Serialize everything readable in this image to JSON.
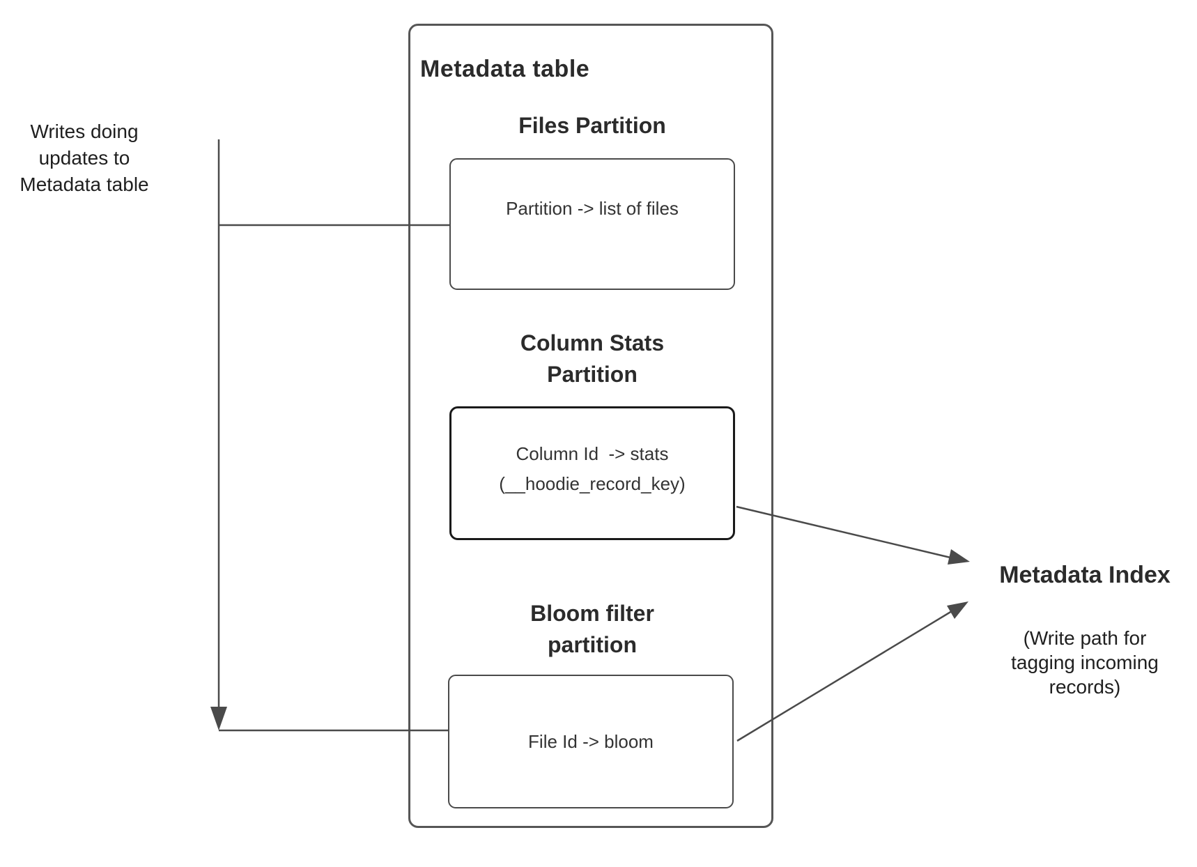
{
  "colors": {
    "background": "#ffffff",
    "line": "#4a4a4a",
    "text": "#2b2b2b",
    "emphasis_border": "#1a1a1a"
  },
  "left_note": {
    "lines": [
      "Writes doing",
      "updates to",
      "Metadata table"
    ]
  },
  "metadata_table": {
    "title": "Metadata table",
    "partitions": [
      {
        "heading_lines": [
          "Files Partition"
        ],
        "box_lines": [
          "Partition -> list of files"
        ]
      },
      {
        "heading_lines": [
          "Column Stats",
          "Partition"
        ],
        "box_lines": [
          "Column Id  -> stats",
          "(__hoodie_record_key)"
        ]
      },
      {
        "heading_lines": [
          "Bloom filter",
          "partition"
        ],
        "box_lines": [
          "File Id -> bloom"
        ]
      }
    ]
  },
  "metadata_index": {
    "title": "Metadata Index",
    "subtitle_lines": [
      "(Write path for",
      "tagging incoming",
      "records)"
    ]
  }
}
